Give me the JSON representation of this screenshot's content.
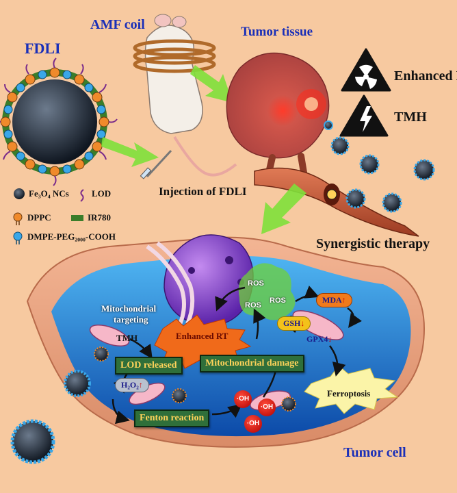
{
  "labels": {
    "fdli": "FDLI",
    "amf_coil": "AMF coil",
    "tumor_tissue": "Tumor tissue",
    "enhanced_rt_top": "Enhanced RT",
    "tmh_top": "TMH",
    "injection": "Injection of FDLI",
    "synergistic": "Synergistic therapy",
    "tumor_cell": "Tumor cell",
    "mito_targeting_1": "Mitochondrial",
    "mito_targeting_2": "targeting",
    "tmh_cell": "TMH",
    "enhanced_rt_cell": "Enhanced RT",
    "ferroptosis": "Ferroptosis"
  },
  "legend": {
    "fe3o4": "Fe₃O₄ NCs",
    "lod": "LOD",
    "dppc": "DPPC",
    "ir780": "IR780",
    "dmpe": "DMPE-PEG₂₀₀₀-COOH"
  },
  "boxes": {
    "lod_released": "LOD released",
    "mito_damage": "Mitochondrial damage",
    "fenton": "Fenton reaction"
  },
  "species": {
    "ros_1": "ROS",
    "ros_2": "ROS",
    "ros_3": "ROS",
    "mda": "MDA",
    "gsh": "GSH",
    "gpx4": "GPX4",
    "h2o2": "H₂O₂",
    "oh_1": "·OH",
    "oh_2": "·OH",
    "oh_3": "·OH"
  },
  "icons": {
    "radiation": "radiation-warning-icon",
    "lightning": "lightning-warning-icon",
    "up_arrow": "↑",
    "down_arrow": "↓"
  },
  "colors": {
    "background": "#f7c9a0",
    "title_blue": "#1a2fb8",
    "box_green": "#2f6f3a",
    "box_text": "#ffd35a",
    "arrow_green": "#7ee03a",
    "cell_water": "#1a78d4",
    "cell_rim": "#e9a07a"
  }
}
